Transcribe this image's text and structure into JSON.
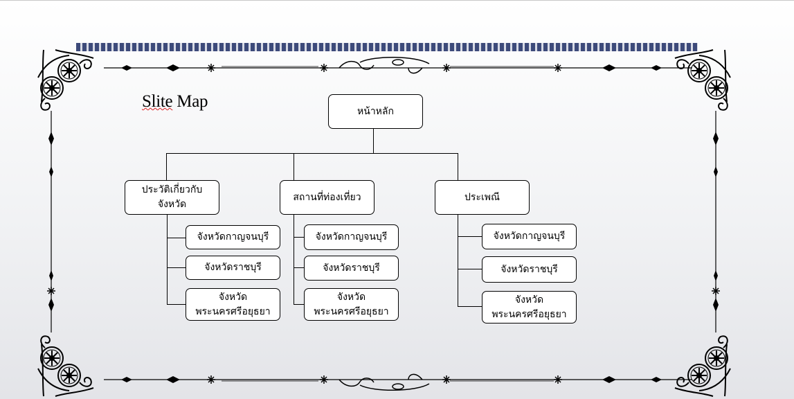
{
  "title": {
    "prefix": "Slite",
    "suffix": " Map"
  },
  "root": {
    "label": "หน้าหลัก"
  },
  "branches": [
    {
      "lines": [
        "ประวัติเกี่ยวกับ",
        "จังหวัด"
      ],
      "children": [
        {
          "lines": [
            "จังหวัดกาญจนบุรี"
          ]
        },
        {
          "lines": [
            "จังหวัดราชบุรี"
          ]
        },
        {
          "lines": [
            "จังหวัด",
            "พระนครศรีอยุธยา"
          ]
        }
      ]
    },
    {
      "lines": [
        "สถานที่ท่องเที่ยว"
      ],
      "children": [
        {
          "lines": [
            "จังหวัดกาญจนบุรี"
          ]
        },
        {
          "lines": [
            "จังหวัดราชบุรี"
          ]
        },
        {
          "lines": [
            "จังหวัด",
            "พระนครศรีอยุธยา"
          ]
        }
      ]
    },
    {
      "lines": [
        "ประเพณี"
      ],
      "children": [
        {
          "lines": [
            "จังหวัดกาญจนบุรี"
          ]
        },
        {
          "lines": [
            "จังหวัดราชบุรี"
          ]
        },
        {
          "lines": [
            "จังหวัด",
            "พระนครศรีอยุธยา"
          ]
        }
      ]
    }
  ]
}
